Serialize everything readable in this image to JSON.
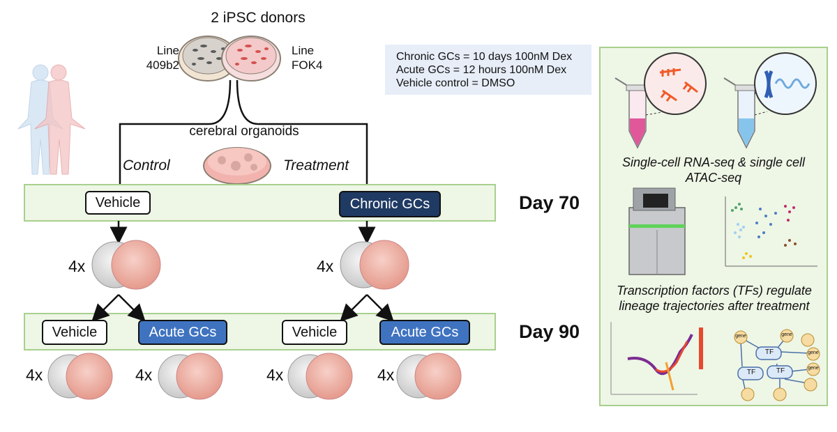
{
  "title": "2 iPSC donors",
  "donors": [
    {
      "line": "Line",
      "name": "409b2"
    },
    {
      "line": "Line",
      "name": "FOK4"
    }
  ],
  "organoid_label": "cerebral organoids",
  "branches": {
    "left": "Control",
    "right": "Treatment"
  },
  "day70": {
    "label": "Day 70",
    "left_box": "Vehicle",
    "right_box": "Chronic GCs"
  },
  "replicate_label": "4x",
  "day90": {
    "label": "Day 90",
    "boxes": [
      "Vehicle",
      "Acute GCs",
      "Vehicle",
      "Acute GCs"
    ]
  },
  "legend": {
    "lines": [
      "Chronic GCs = 10 days 100nM Dex",
      "Acute GCs = 12 hours 100nM Dex",
      "Vehicle control = DMSO"
    ]
  },
  "side_panel": {
    "assay_text": "Single-cell RNA-seq & single cell ATAC-seq",
    "tf_text": "Transcription factors (TFs) regulate lineage trajectories after treatment",
    "tf_node": "TF",
    "gene_node": "gene"
  },
  "colors": {
    "panel_border": "#a8d08d",
    "panel_fill": "#eef6e6",
    "navy_box": "#1f3a63",
    "blue_box": "#3f73c0",
    "organoid_pink": "#f2b8ad",
    "organoid_grey": "#e6e6e6"
  }
}
